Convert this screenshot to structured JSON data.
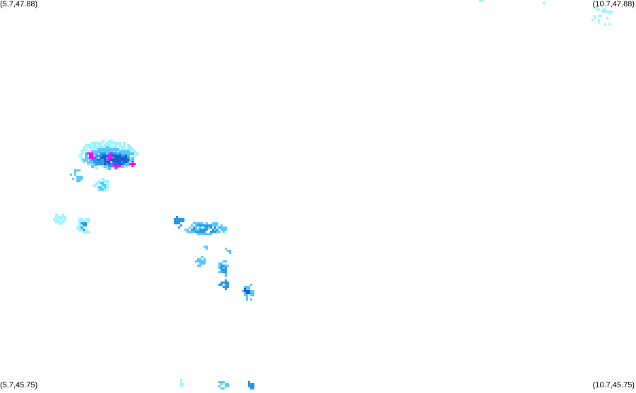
{
  "corners": {
    "top_left": "(5.7,47.88)",
    "top_right": "(10.7,47.88)",
    "bottom_left": "(5.7,45.75)",
    "bottom_right": "(10.7,45.75)"
  },
  "palette": {
    "light": "#9ff4ff",
    "medium": "#57c8ff",
    "strong": "#2a98e6",
    "heavy": "#1a5fd0",
    "extreme": "#ff00ff"
  }
}
